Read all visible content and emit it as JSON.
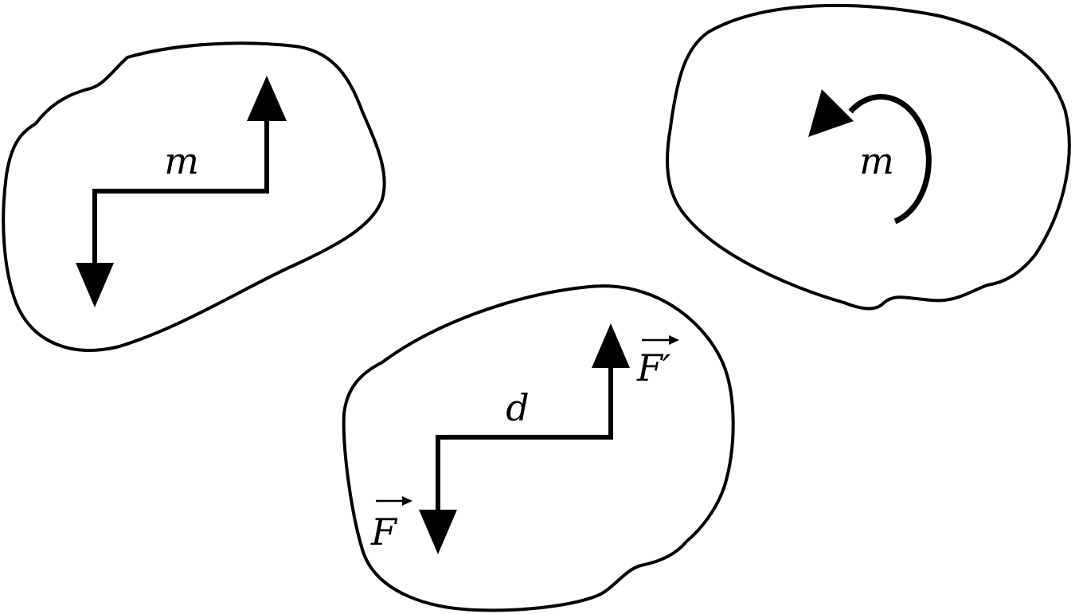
{
  "panels": {
    "couple": {
      "moment_label": "m"
    },
    "curved_moment": {
      "moment_label": "m"
    },
    "forces": {
      "distance_label": "d",
      "force_label": "F",
      "force_prime_label": "F′"
    }
  }
}
